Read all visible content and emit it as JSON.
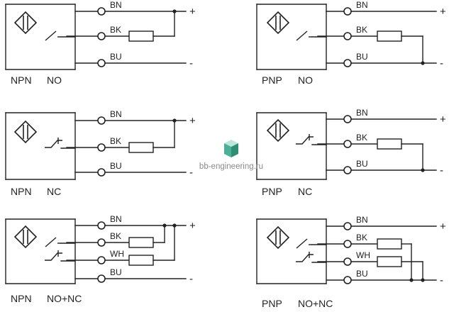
{
  "watermark": {
    "text": "bb-engineering.ru",
    "icon": "cube-logo-icon",
    "color": "#4caf9a"
  },
  "colors": {
    "line": "#222222",
    "background": "#ffffff"
  },
  "diagrams": [
    {
      "id": "npn-no",
      "type": "NPN",
      "mode": "NO",
      "wires": [
        "BN",
        "BK",
        "BU"
      ],
      "signs": {
        "positive": "+",
        "negative": "-"
      },
      "switches": [
        "no"
      ],
      "load_return": "positive"
    },
    {
      "id": "pnp-no",
      "type": "PNP",
      "mode": "NO",
      "wires": [
        "BN",
        "BK",
        "BU"
      ],
      "signs": {
        "positive": "+",
        "negative": "-"
      },
      "switches": [
        "no"
      ],
      "load_return": "negative"
    },
    {
      "id": "npn-nc",
      "type": "NPN",
      "mode": "NC",
      "wires": [
        "BN",
        "BK",
        "BU"
      ],
      "signs": {
        "positive": "+",
        "negative": "-"
      },
      "switches": [
        "nc"
      ],
      "load_return": "positive"
    },
    {
      "id": "pnp-nc",
      "type": "PNP",
      "mode": "NC",
      "wires": [
        "BN",
        "BK",
        "BU"
      ],
      "signs": {
        "positive": "+",
        "negative": "-"
      },
      "switches": [
        "nc"
      ],
      "load_return": "negative"
    },
    {
      "id": "npn-nonc",
      "type": "NPN",
      "mode": "NO+NC",
      "wires": [
        "BN",
        "BK",
        "WH",
        "BU"
      ],
      "signs": {
        "positive": "+",
        "negative": "-"
      },
      "switches": [
        "no",
        "nc"
      ],
      "load_return": "positive"
    },
    {
      "id": "pnp-nonc",
      "type": "PNP",
      "mode": "NO+NC",
      "wires": [
        "BN",
        "BK",
        "WH",
        "BU"
      ],
      "signs": {
        "positive": "+",
        "negative": "-"
      },
      "switches": [
        "no",
        "nc"
      ],
      "load_return": "negative"
    }
  ]
}
